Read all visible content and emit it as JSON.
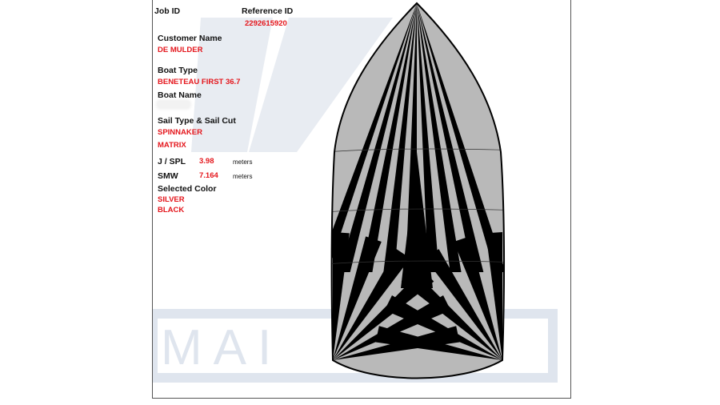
{
  "header": {
    "job_id_label": "Job  ID",
    "reference_id_label": "Reference ID",
    "reference_id_value": "2292615920"
  },
  "customer": {
    "label": "Customer Name",
    "value": "DE MULDER"
  },
  "boat_type": {
    "label": "Boat Type",
    "value": "BENETEAU FIRST 36.7"
  },
  "boat_name": {
    "label": "Boat Name",
    "value": ""
  },
  "sail": {
    "label": "Sail Type & Sail Cut",
    "type": "SPINNAKER",
    "cut": "MATRIX"
  },
  "measurements": {
    "j_spl": {
      "label": "J / SPL",
      "value": "3.98",
      "unit": "meters"
    },
    "smw": {
      "label": "SMW",
      "value": "7.164",
      "unit": "meters"
    }
  },
  "colors": {
    "label": "Selected Color",
    "primary": "SILVER",
    "secondary": "BLACK"
  },
  "watermark_text": "MAI",
  "palette": {
    "silver": "#b9b9b9",
    "black": "#000000",
    "accent_red": "#e4161c",
    "watermark": "#dfe5ee"
  }
}
